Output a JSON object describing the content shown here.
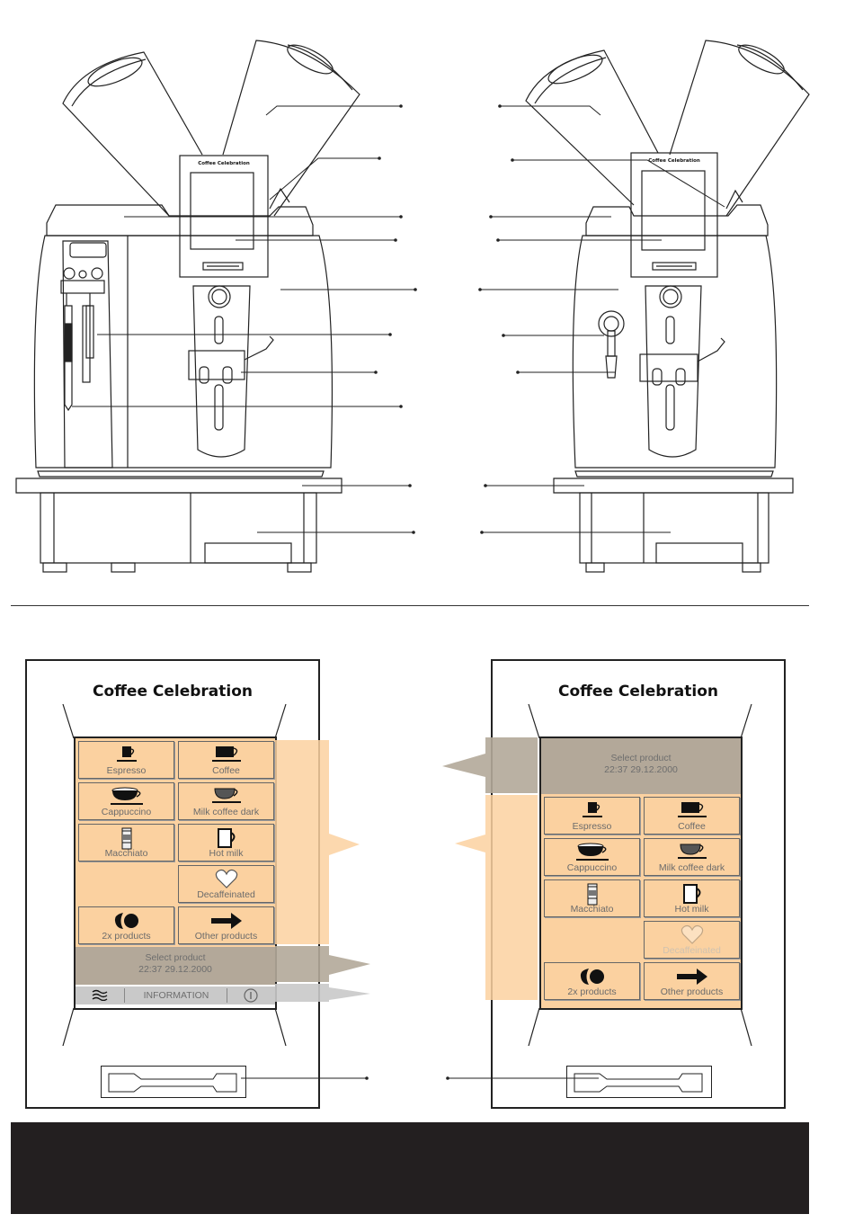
{
  "machine_display_title": "Coffee Celebration",
  "panel_title": "Coffee Celebration",
  "left_screen": {
    "tiles": [
      {
        "label": "Espresso",
        "icon": "espresso-cup-icon"
      },
      {
        "label": "Coffee",
        "icon": "coffee-cup-icon"
      },
      {
        "label": "Cappuccino",
        "icon": "cappuccino-cup-icon"
      },
      {
        "label": "Milk coffee dark",
        "icon": "milk-coffee-cup-icon"
      },
      {
        "label": "Macchiato",
        "icon": "macchiato-glass-icon"
      },
      {
        "label": "Hot milk",
        "icon": "hot-milk-mug-icon"
      },
      {
        "label": "",
        "icon": ""
      },
      {
        "label": "Decaffeinated",
        "icon": "heart-icon"
      },
      {
        "label": "2x products",
        "icon": "double-bean-icon"
      },
      {
        "label": "Other products",
        "icon": "arrow-right-icon"
      }
    ],
    "status_line1": "Select product",
    "status_line2": "22:37     29.12.2000",
    "info_label": "INFORMATION",
    "info_icon": "info-icon",
    "steam_icon": "steam-icon"
  },
  "right_screen": {
    "status_line1": "Select product",
    "status_line2": "22:37     29.12.2000",
    "tiles": [
      {
        "label": "Espresso",
        "icon": "espresso-cup-icon"
      },
      {
        "label": "Coffee",
        "icon": "coffee-cup-icon"
      },
      {
        "label": "Cappuccino",
        "icon": "cappuccino-cup-icon"
      },
      {
        "label": "Milk coffee dark",
        "icon": "milk-coffee-cup-icon"
      },
      {
        "label": "Macchiato",
        "icon": "macchiato-glass-icon"
      },
      {
        "label": "Hot milk",
        "icon": "hot-milk-mug-icon"
      },
      {
        "label": "",
        "icon": ""
      },
      {
        "label": "Decaffeinated",
        "icon": "heart-icon"
      },
      {
        "label": "2x products",
        "icon": "double-bean-icon"
      },
      {
        "label": "Other products",
        "icon": "arrow-right-icon"
      }
    ]
  },
  "colors": {
    "button_fill": "#fbd1a0",
    "status_bar": "#b3a899",
    "info_bar": "#c9c9c9",
    "footer_bar": "#231f20"
  }
}
